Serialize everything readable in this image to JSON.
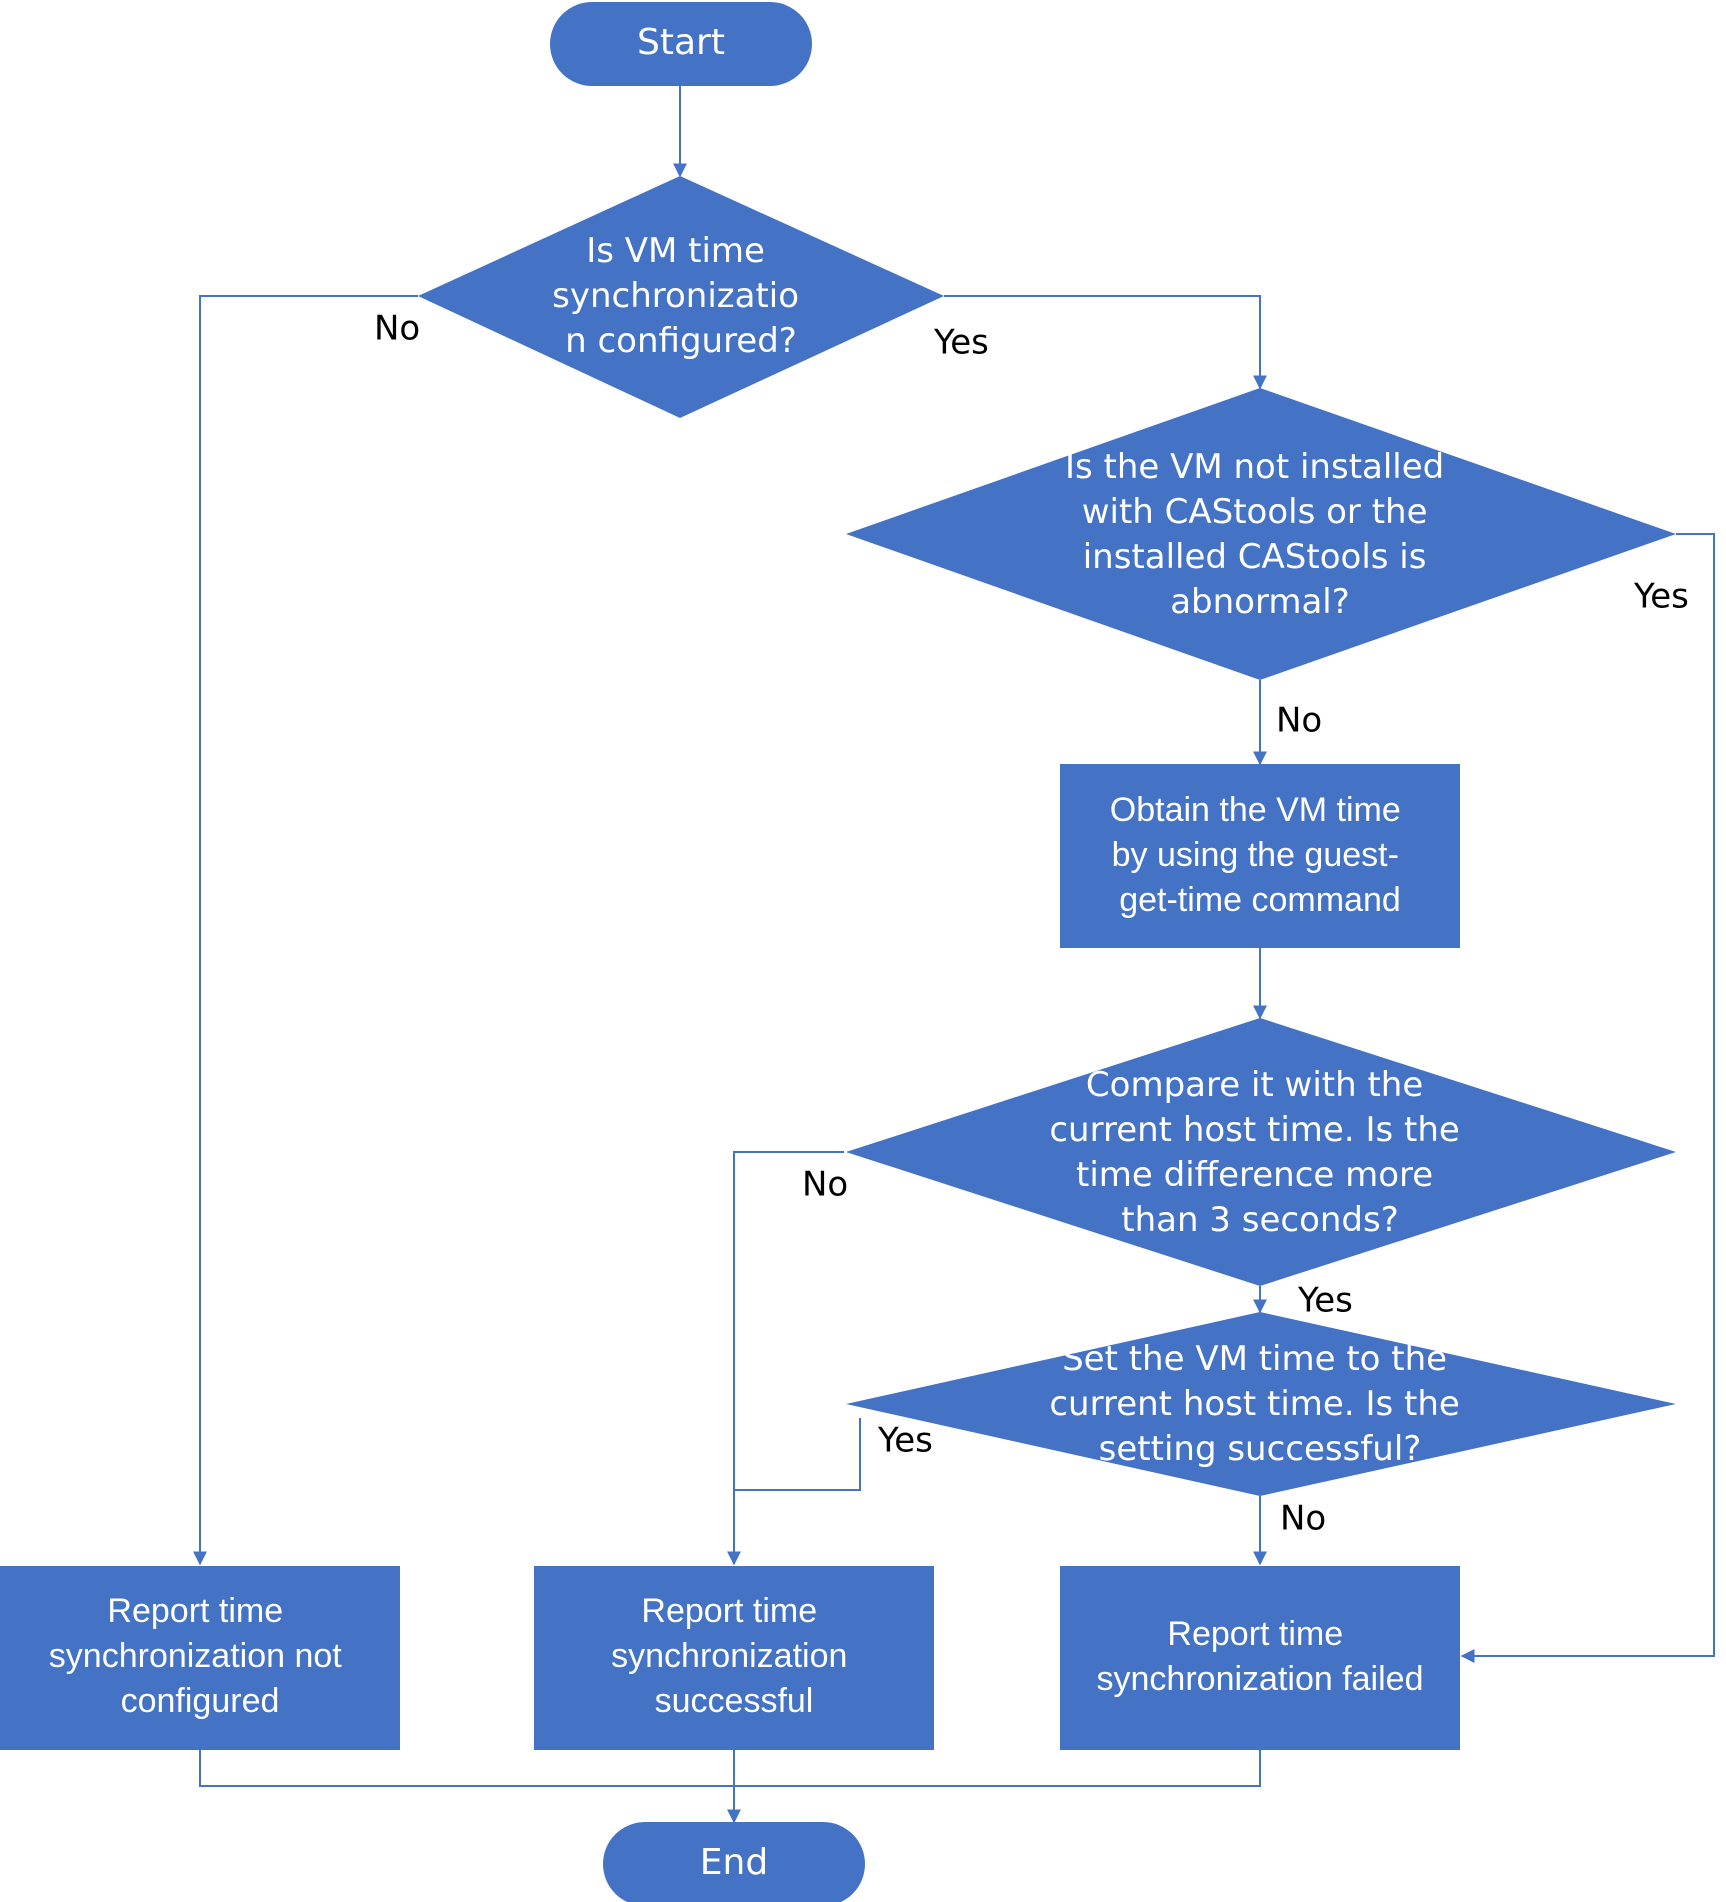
{
  "nodes": {
    "start": {
      "lines": [
        "Start"
      ]
    },
    "q_configured": {
      "lines": [
        "Is VM time",
        "synchronizatio",
        "n configured?"
      ]
    },
    "q_castools": {
      "lines": [
        "Is the VM not installed",
        "with CAStools or the",
        "installed CAStools is",
        "abnormal?"
      ]
    },
    "obtain_time": {
      "lines": [
        "Obtain the VM time",
        "by using the guest-",
        "get-time command"
      ]
    },
    "q_compare": {
      "lines": [
        "Compare it with the",
        "current host time. Is the",
        "time difference more",
        "than 3 seconds?"
      ]
    },
    "q_set": {
      "lines": [
        "Set the VM time to the",
        "current host time. Is the",
        "setting successful?"
      ]
    },
    "report_not_configured": {
      "lines": [
        "Report time",
        "synchronization not",
        "configured"
      ]
    },
    "report_successful": {
      "lines": [
        "Report time",
        "synchronization",
        "successful"
      ]
    },
    "report_failed": {
      "lines": [
        "Report time",
        "synchronization failed"
      ]
    },
    "end": {
      "lines": [
        "End"
      ]
    }
  },
  "edge_labels": {
    "configured_no": "No",
    "configured_yes": "Yes",
    "castools_yes": "Yes",
    "castools_no": "No",
    "compare_no": "No",
    "compare_yes": "Yes",
    "set_yes": "Yes",
    "set_no": "No"
  },
  "colors": {
    "shape_fill": "#4472C4",
    "connector": "#4472C4",
    "node_text": "#ffffff",
    "label_text": "#000000"
  }
}
